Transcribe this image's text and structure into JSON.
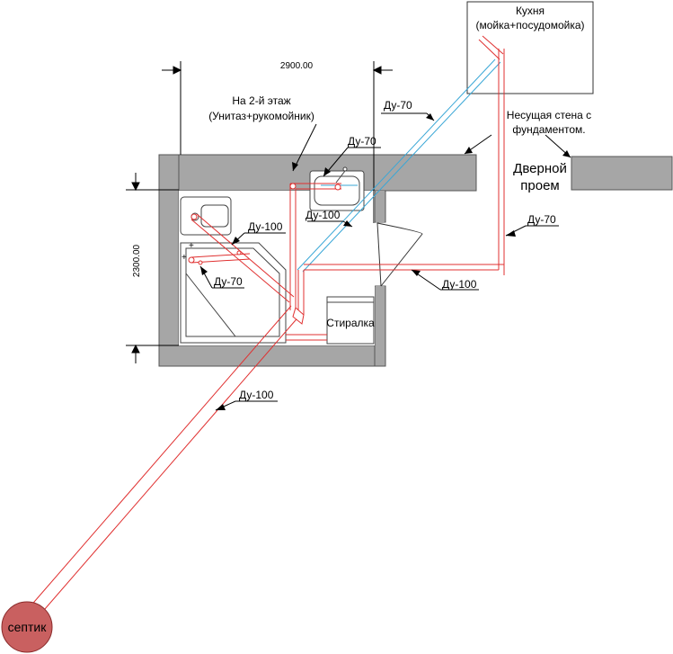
{
  "labels": {
    "dim_width": "2900.00",
    "dim_height": "2300.00",
    "kitchen_title": "Кухня",
    "kitchen_subtitle": "(мойка+посудомойка)",
    "second_floor_line1": "На 2-й этаж",
    "second_floor_line2": "(Унитаз+рукомойник)",
    "bearing_wall_line1": "Несущая стена с",
    "bearing_wall_line2": "фундаментом.",
    "doorway_line1": "Дверной",
    "doorway_line2": "проем",
    "washer": "Стиралка",
    "septic": "септик"
  },
  "pipe_labels": {
    "du70_kitchen": "Ду-70",
    "du70_sink": "Ду-70",
    "du100_toilet": "Ду-100",
    "du100_upper": "Ду-100",
    "du70_bath": "Ду-70",
    "du70_right": "Ду-70",
    "du100_right": "Ду-100",
    "du100_septic": "Ду-100"
  },
  "colors": {
    "wall": "#a6a6a6",
    "pipe_red": "#e03030",
    "pipe_blue": "#3aa7d6",
    "septic_fill": "#c96060",
    "septic_stroke": "#8a2a2a",
    "line": "#000000"
  }
}
